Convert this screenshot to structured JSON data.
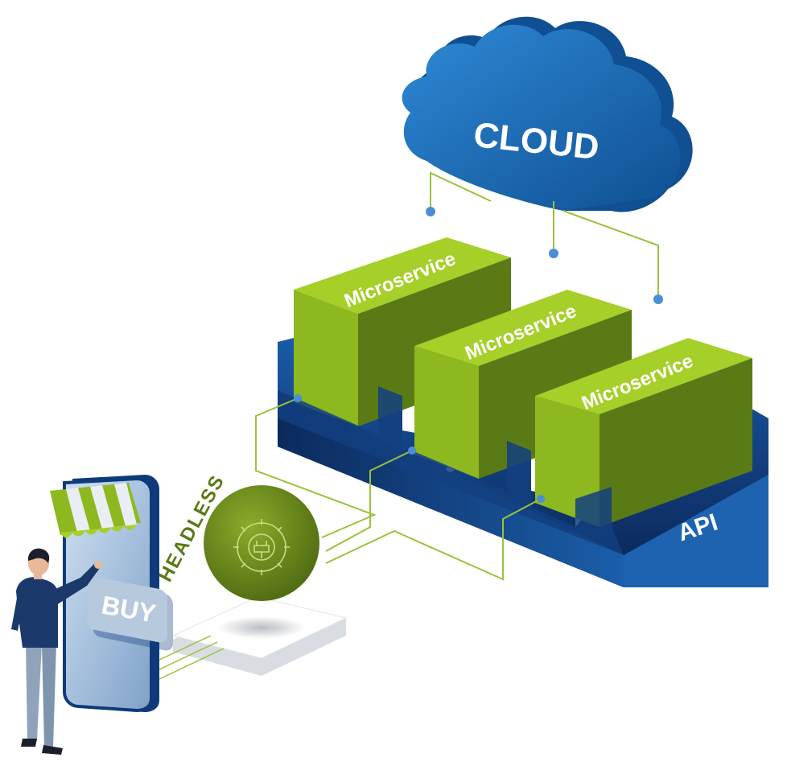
{
  "cloud": {
    "label": "CLOUD"
  },
  "microservices": [
    {
      "label": "Microservice"
    },
    {
      "label": "Microservice"
    },
    {
      "label": "Microservice"
    }
  ],
  "api": {
    "label": "API"
  },
  "headless": {
    "label": "HEADLESS"
  },
  "storefront": {
    "button_label": "BUY"
  },
  "colors": {
    "cloud_blue": "#1b6fb3",
    "api_navy": "#0d2f66",
    "micro_green": "#8db81f",
    "micro_green_dark": "#5a7a16",
    "connector_line": "#9bc23c",
    "node_dot": "#4a8fd6"
  },
  "icons": {
    "headless_gear": "gear-plug-icon",
    "shop_awning": "awning-icon",
    "person": "person-icon"
  }
}
